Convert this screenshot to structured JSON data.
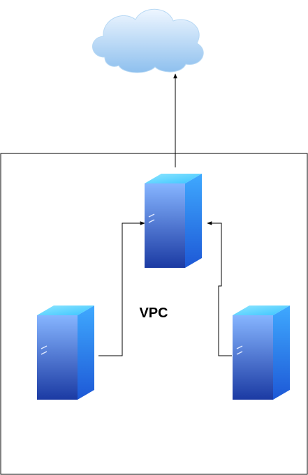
{
  "diagram": {
    "boundary_label": "VPC",
    "nodes": [
      {
        "id": "internet",
        "kind": "cloud",
        "icon": "cloud-icon"
      },
      {
        "id": "server-top",
        "kind": "server",
        "icon": "server-icon"
      },
      {
        "id": "server-left",
        "kind": "server",
        "icon": "server-icon"
      },
      {
        "id": "server-right",
        "kind": "server",
        "icon": "server-icon"
      }
    ],
    "edges": [
      {
        "from": "server-top",
        "to": "internet"
      },
      {
        "from": "server-left",
        "to": "server-top"
      },
      {
        "from": "server-right",
        "to": "server-top"
      }
    ]
  },
  "colors": {
    "server_front_top": "#7fb0ff",
    "server_front_bottom": "#1e3fa8",
    "server_side": "#2f62d9",
    "server_top": "#5fd2ff",
    "cloud_top": "#e9f4ff",
    "cloud_bottom": "#8fc2ef"
  }
}
